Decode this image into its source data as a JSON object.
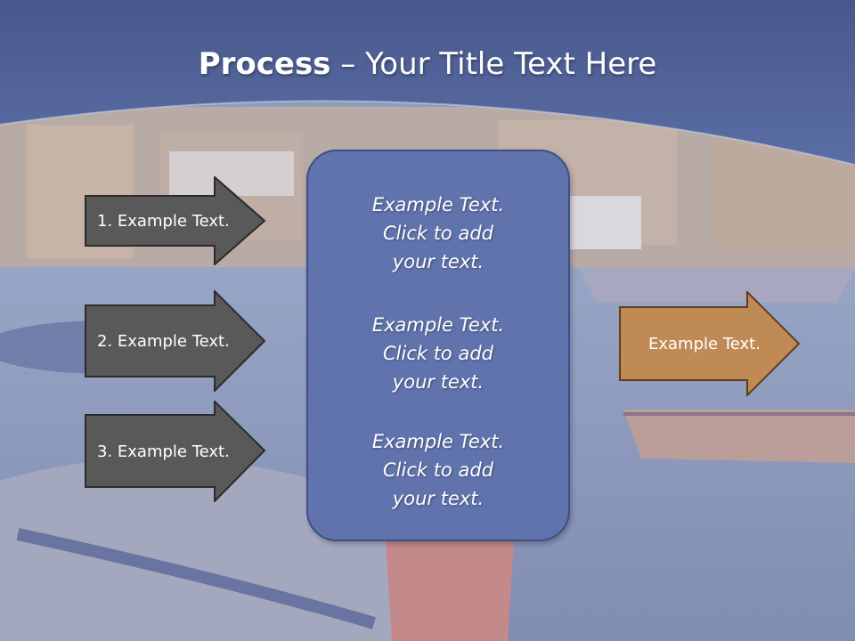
{
  "title": {
    "bold": "Process",
    "rest": " – Your Title Text Here"
  },
  "left_arrows": [
    {
      "label": "1. Example Text."
    },
    {
      "label": "2. Example Text."
    },
    {
      "label": "3. Example Text."
    }
  ],
  "center_box": {
    "paragraphs": [
      {
        "l1": "Example Text.",
        "l2": "Click  to add",
        "l3": "your text."
      },
      {
        "l1": "Example Text.",
        "l2": "Click  to add",
        "l3": "your text."
      },
      {
        "l1": "Example Text.",
        "l2": "Click  to add",
        "l3": "your text."
      }
    ]
  },
  "right_arrow": {
    "label": "Example Text."
  },
  "colors": {
    "header": "#4f6398",
    "left_arrow": "#595959",
    "center_box": "#6073ad",
    "right_arrow": "#c08a55"
  }
}
